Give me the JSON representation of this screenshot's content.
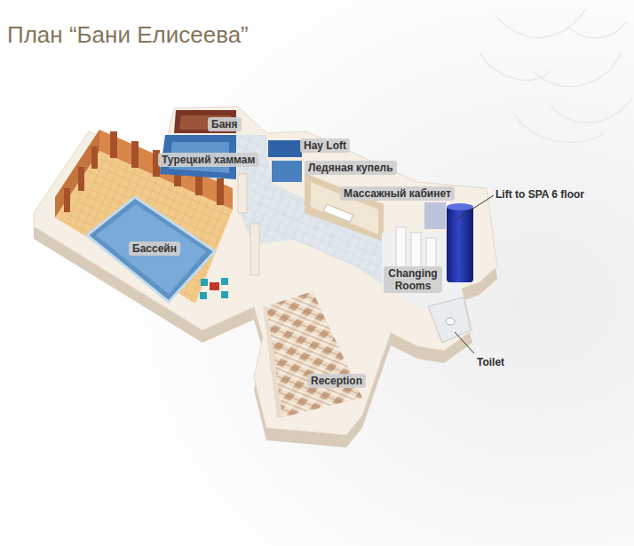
{
  "diagram": {
    "title": "План “Бани Елисеева”",
    "labels": [
      "Баня",
      "Турецкий хаммам",
      "Hay Loft",
      "Ледяная купель",
      "Массажный кабинет",
      "Lift to SPA 6 floor",
      "Бассейн",
      "Changing Rooms",
      "Reception",
      "Toilet"
    ]
  }
}
